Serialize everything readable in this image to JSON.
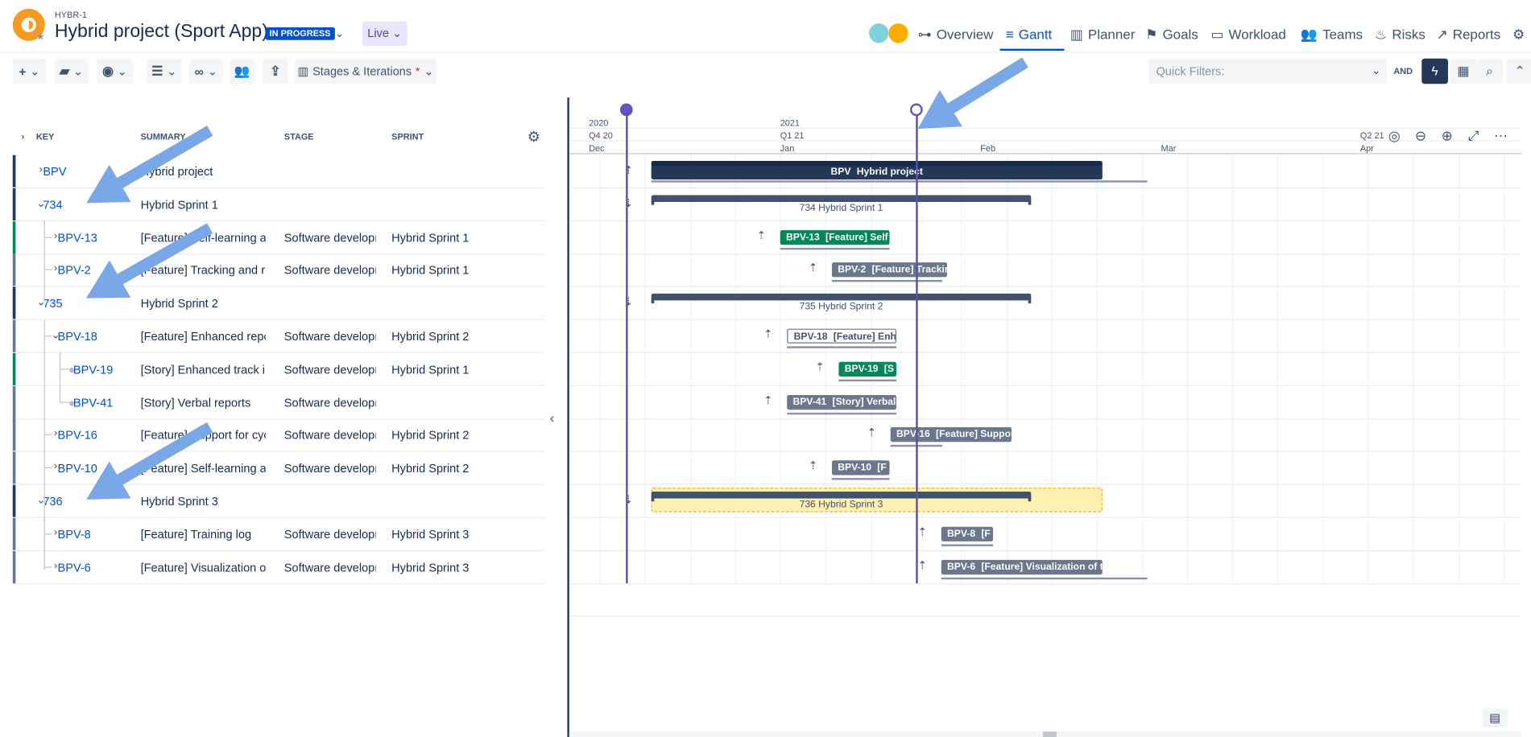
{
  "header": {
    "project_key": "HYBR-1",
    "project_title": "Hybrid project (Sport App)",
    "status_badge": "IN PROGRESS",
    "live_label": "Live"
  },
  "nav": {
    "items": [
      "Overview",
      "Gantt",
      "Planner",
      "Goals",
      "Workload",
      "Teams",
      "Risks",
      "Reports"
    ],
    "active": "Gantt"
  },
  "toolbar": {
    "stages_label": "Stages & Iterations",
    "required_marker": "*",
    "quick_filters_placeholder": "Quick Filters:",
    "and_label": "AND"
  },
  "table": {
    "columns": [
      "KEY",
      "SUMMARY",
      "STAGE",
      "SPRINT"
    ],
    "rows": [
      {
        "key": "BPV",
        "summary": "Hybrid project",
        "stage": "",
        "sprint": "",
        "color": "#253858"
      },
      {
        "key": "734",
        "summary": "Hybrid Sprint 1",
        "stage": "",
        "sprint": "",
        "color": "#253858"
      },
      {
        "key": "BPV-13",
        "summary": "[Feature] Self-learning alg",
        "stage": "Software developr",
        "sprint": "Hybrid Sprint 1",
        "color": "#00875a"
      },
      {
        "key": "BPV-2",
        "summary": "[Feature] Tracking and reg",
        "stage": "Software developr",
        "sprint": "Hybrid Sprint 1",
        "color": "#6b778c"
      },
      {
        "key": "735",
        "summary": "Hybrid Sprint 2",
        "stage": "",
        "sprint": "",
        "color": "#253858"
      },
      {
        "key": "BPV-18",
        "summary": "[Feature] Enhanced report",
        "stage": "Software developr",
        "sprint": "Hybrid Sprint 2",
        "color": "#6b778c"
      },
      {
        "key": "BPV-19",
        "summary": "[Story] Enhanced track inf",
        "stage": "Software developr",
        "sprint": "Hybrid Sprint 1",
        "color": "#00875a"
      },
      {
        "key": "BPV-41",
        "summary": "[Story] Verbal reports",
        "stage": "Software developr",
        "sprint": "",
        "color": "#6b778c"
      },
      {
        "key": "BPV-16",
        "summary": "[Feature] Support for cycl",
        "stage": "Software developr",
        "sprint": "Hybrid Sprint 2",
        "color": "#6b778c"
      },
      {
        "key": "BPV-10",
        "summary": "[Feature] Self-learning alg",
        "stage": "Software developr",
        "sprint": "Hybrid Sprint 2",
        "color": "#6b778c"
      },
      {
        "key": "736",
        "summary": "Hybrid Sprint 3",
        "stage": "",
        "sprint": "",
        "color": "#253858"
      },
      {
        "key": "BPV-8",
        "summary": "[Feature] Training log",
        "stage": "Software developr",
        "sprint": "Hybrid Sprint 3",
        "color": "#6b778c"
      },
      {
        "key": "BPV-6",
        "summary": "[Feature] Visualization of",
        "stage": "Software developr",
        "sprint": "Hybrid Sprint 3",
        "color": "#6b778c"
      }
    ]
  },
  "timeline": {
    "years": [
      "2020",
      "2021"
    ],
    "quarters": [
      "Q4 20",
      "Q1 21",
      "Q2 21"
    ],
    "months": [
      "Dec",
      "Jan",
      "Feb",
      "Mar",
      "Apr"
    ]
  },
  "gantt": {
    "bars": [
      {
        "key": "BPV",
        "label": "Hybrid project",
        "kind": "project"
      },
      {
        "key": "734",
        "label": "Hybrid Sprint 1",
        "kind": "sprint"
      },
      {
        "key": "BPV-13",
        "label": "[Feature] Self",
        "kind": "done"
      },
      {
        "key": "BPV-2",
        "label": "[Feature] Trackir",
        "kind": "todo"
      },
      {
        "key": "735",
        "label": "Hybrid Sprint 2",
        "kind": "sprint"
      },
      {
        "key": "BPV-18",
        "label": "[Feature] Enh",
        "kind": "outline"
      },
      {
        "key": "BPV-19",
        "label": "[S",
        "kind": "done"
      },
      {
        "key": "BPV-41",
        "label": "[Story] Verbal",
        "kind": "todo"
      },
      {
        "key": "BPV-16",
        "label": "[Feature] Suppor",
        "kind": "todo"
      },
      {
        "key": "BPV-10",
        "label": "[F",
        "kind": "todo"
      },
      {
        "key": "736",
        "label": "Hybrid Sprint 3",
        "kind": "sprint-active"
      },
      {
        "key": "BPV-8",
        "label": "[F",
        "kind": "todo"
      },
      {
        "key": "BPV-6",
        "label": "[Feature] Visualization of tr",
        "kind": "todo"
      }
    ]
  },
  "icons": {
    "logo": "project-logo",
    "favorite": "star-icon",
    "settings": "gear-icon",
    "map": "map-icon"
  },
  "colors": {
    "accent": "#0052cc",
    "done": "#00875a",
    "todo": "#6b778c",
    "dark": "#253858",
    "today_line": "#5e4db2",
    "sprint_highlight": "#fff0b3"
  }
}
